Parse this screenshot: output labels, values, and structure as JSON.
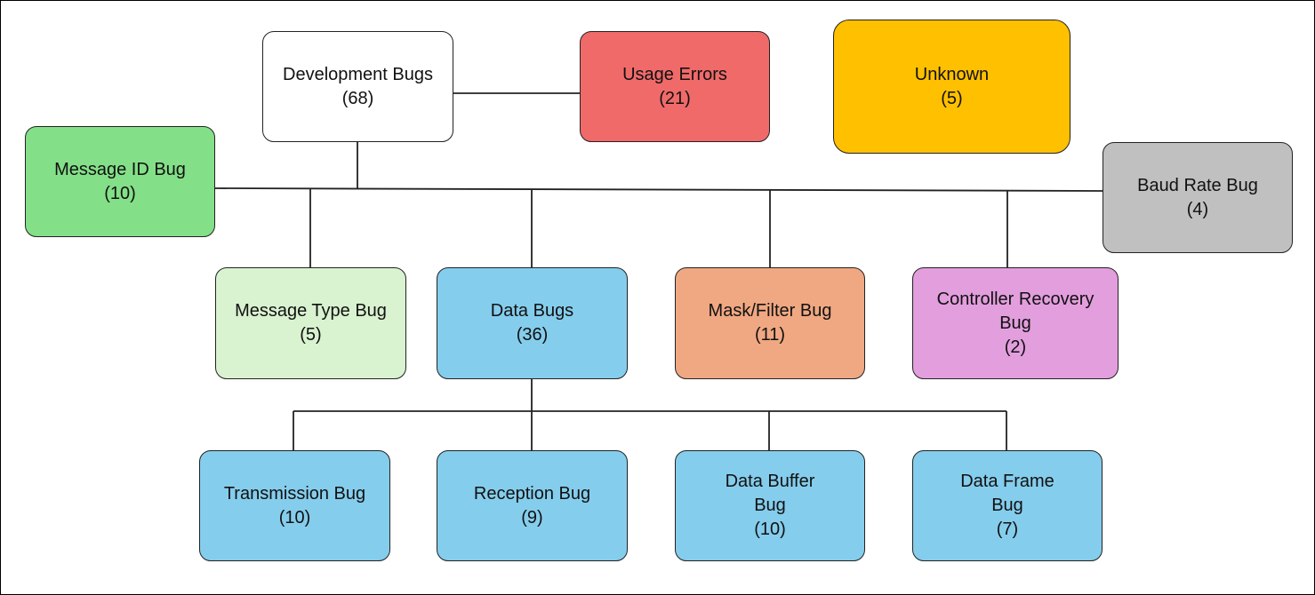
{
  "diagram": {
    "colors": {
      "line": "#222222",
      "white": "#ffffff",
      "red": "#f06a6a",
      "yellow": "#ffc000",
      "green": "#84e088",
      "gray": "#c0c0c0",
      "light_green": "#d9f2d0",
      "blue": "#85cdec",
      "orange": "#f0a882",
      "pink": "#e39ede"
    },
    "nodes": {
      "development": {
        "label": "Development Bugs",
        "count": "(68)"
      },
      "usage": {
        "label": "Usage Errors",
        "count": "(21)"
      },
      "unknown": {
        "label": "Unknown",
        "count": "(5)"
      },
      "message_id": {
        "label": "Message ID Bug",
        "count": "(10)"
      },
      "baud_rate": {
        "label": "Baud Rate Bug",
        "count": "(4)"
      },
      "message_type": {
        "label": "Message Type Bug",
        "count": "(5)"
      },
      "data_bugs": {
        "label": "Data Bugs",
        "count": "(36)"
      },
      "mask_filter": {
        "label": "Mask/Filter Bug",
        "count": "(11)"
      },
      "controller_recovery": {
        "label": "Controller Recovery Bug",
        "count": "(2)"
      },
      "transmission": {
        "label": "Transmission Bug",
        "count": "(10)"
      },
      "reception": {
        "label": "Reception Bug",
        "count": "(9)"
      },
      "data_buffer": {
        "label": "Data Buffer Bug",
        "count": "(10)"
      },
      "data_frame": {
        "label": "Data Frame Bug",
        "count": "(7)"
      }
    }
  }
}
